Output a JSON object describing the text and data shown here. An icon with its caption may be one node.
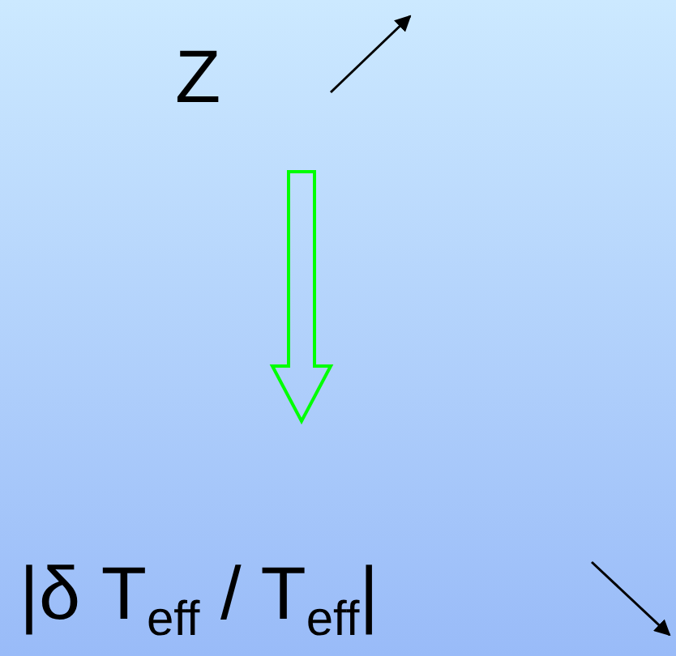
{
  "diagram": {
    "nodes": [
      {
        "text": [
          "Z"
        ]
      },
      {
        "text": [
          "|δ T$_{eff}$ / T$_{eff}$|"
        ]
      }
    ],
    "edges": [
      {
        "from": 0,
        "to": 1,
        "arrow": "to",
        "style": "thick",
        "color": "#00ff00"
      }
    ]
  }
}
